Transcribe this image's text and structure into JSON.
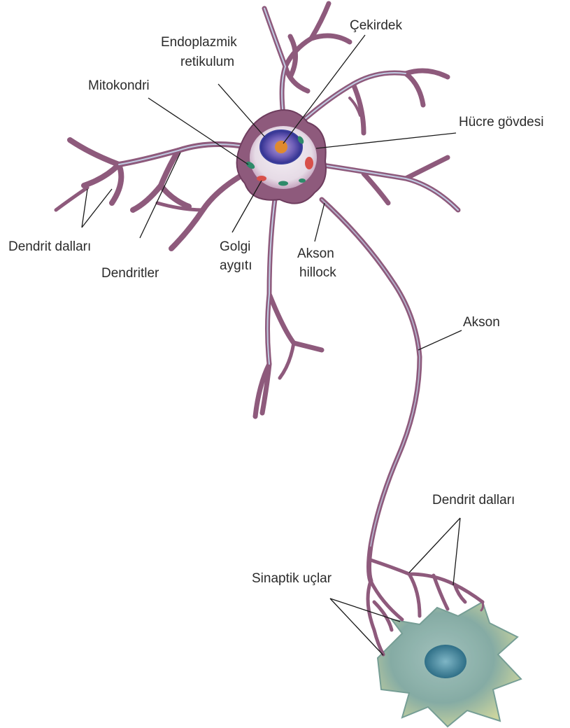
{
  "labels": {
    "cekirdek": "Çekirdek",
    "endoplazmik_line1": "Endoplazmik",
    "endoplazmik_line2": "retikulum",
    "mitokondri": "Mitokondri",
    "hucre_govdesi": "Hücre gövdesi",
    "dendrit_dallari_left": "Dendrit dalları",
    "dendritler": "Dendritler",
    "golgi_line1": "Golgi",
    "golgi_line2": "aygıtı",
    "akson_hillock_line1": "Akson",
    "akson_hillock_line2": "hillock",
    "akson": "Akson",
    "dendrit_dallari_right": "Dendrit dalları",
    "sinaptik_uclar": "Sinaptik uçlar"
  },
  "colors": {
    "neuron_body": "#8e5a7c",
    "neuron_outline": "#6e3d5e",
    "dendrite_highlight": "#c7d8ee",
    "nucleus_ring": "#3b3f9c",
    "nucleolus": "#e08a2e",
    "mitochondria": "#2f8a6a",
    "golgi": "#d8504a",
    "target_cell": "#7fa7a0",
    "target_cell_nucleus": "#4f8fa5"
  }
}
